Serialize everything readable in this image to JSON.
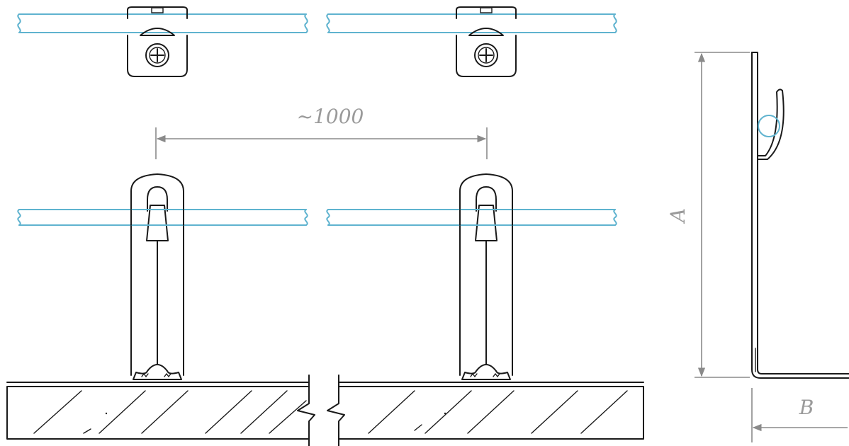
{
  "dimensions": {
    "spacing_label": "~1000",
    "height_label": "A",
    "depth_label": "B"
  },
  "colors": {
    "pipe": "#5fb3cf",
    "line": "#1a1a1a",
    "dimension": "#8a8a8a"
  }
}
